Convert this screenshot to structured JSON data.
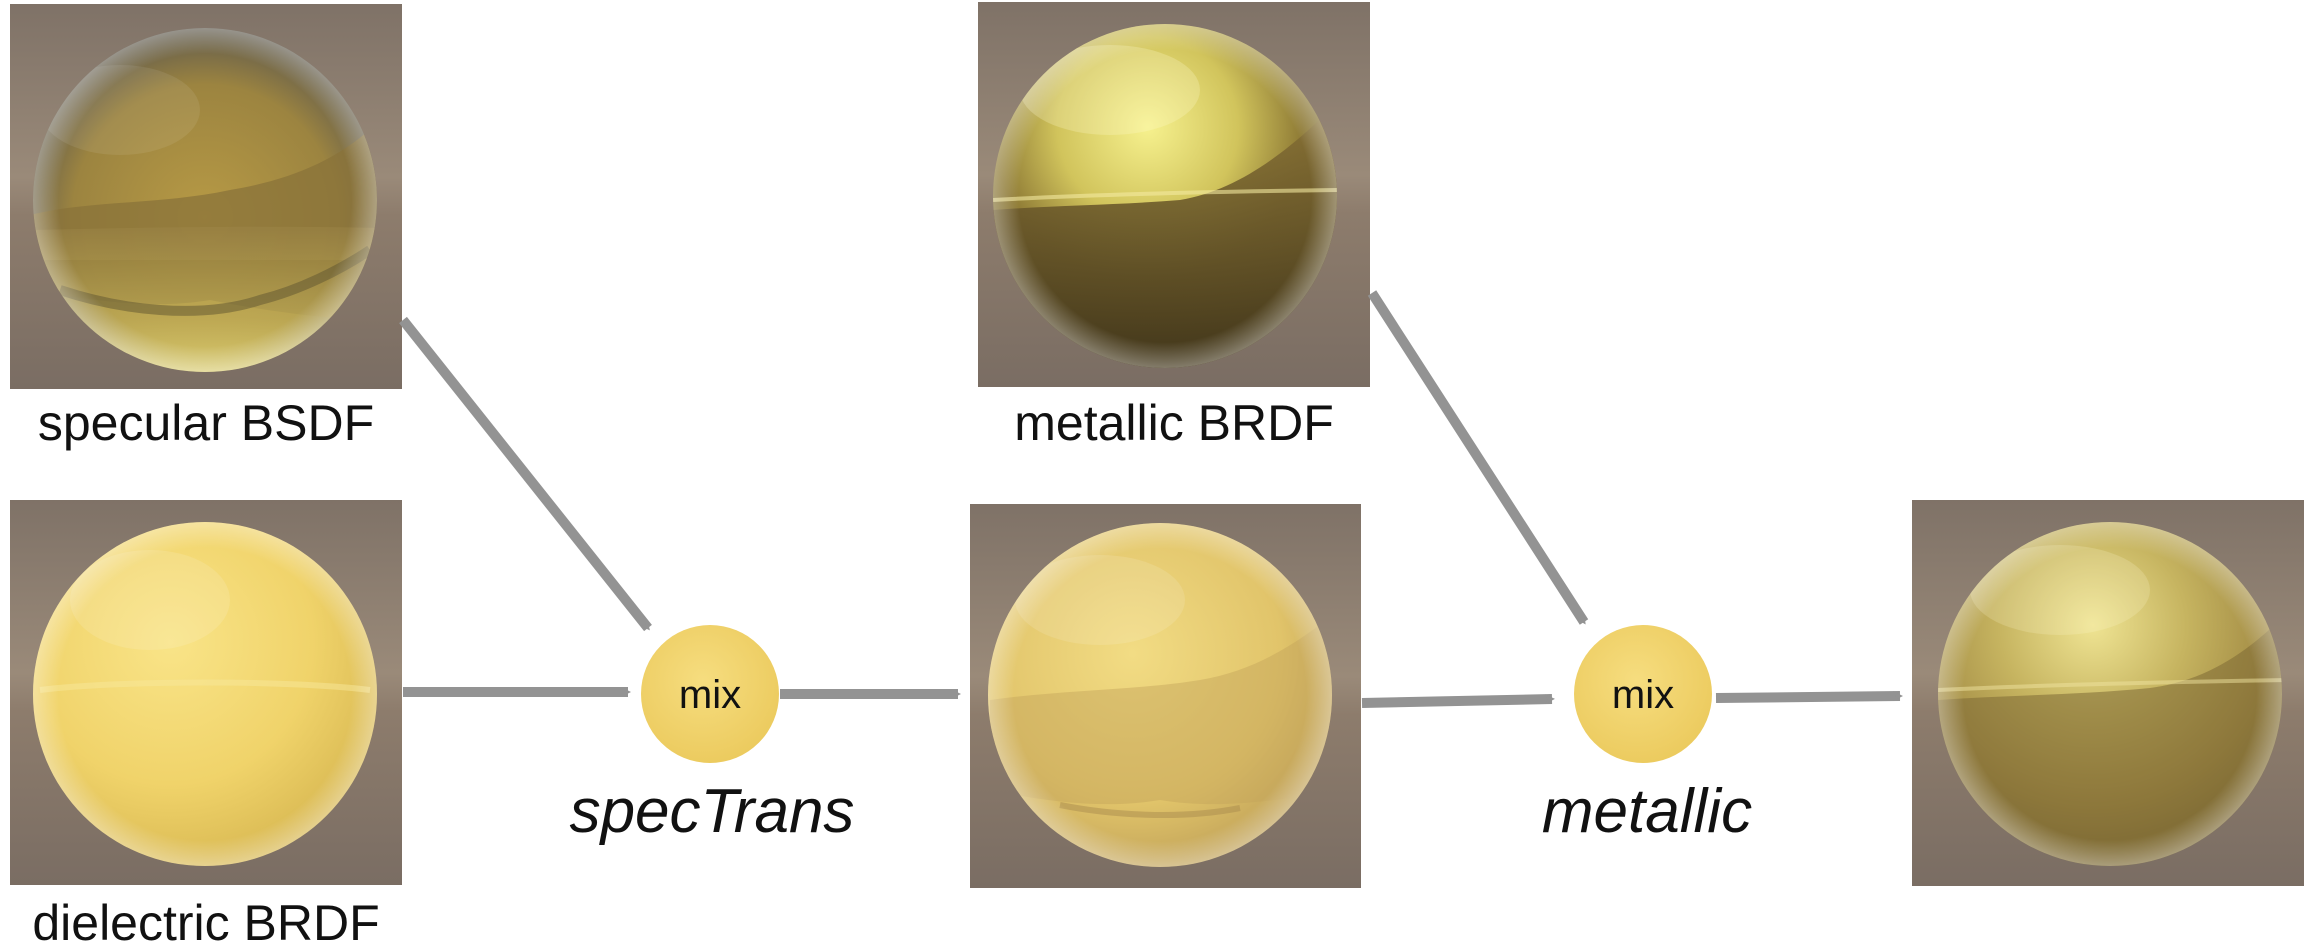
{
  "nodes": {
    "specular": {
      "label": "specular BSDF",
      "style": "glass"
    },
    "dielectric": {
      "label": "dielectric BRDF",
      "style": "dielectric"
    },
    "metallic": {
      "label": "metallic BRDF",
      "style": "metal"
    },
    "intermediate": {
      "label": "",
      "style": "mixed-glass"
    },
    "result": {
      "label": "",
      "style": "metal-dim"
    }
  },
  "mix_nodes": [
    {
      "label": "mix",
      "parameter": "specTrans"
    },
    {
      "label": "mix",
      "parameter": "metallic"
    }
  ],
  "edges": [
    {
      "from": "specular",
      "to": "mix_1"
    },
    {
      "from": "dielectric",
      "to": "mix_1"
    },
    {
      "from": "mix_1",
      "to": "intermediate"
    },
    {
      "from": "metallic",
      "to": "mix_2"
    },
    {
      "from": "intermediate",
      "to": "mix_2"
    },
    {
      "from": "mix_2",
      "to": "result"
    }
  ],
  "colors": {
    "arrow": "#939393",
    "mix_fill": "#f1d36d",
    "background_tile": "#867869",
    "text": "#111111"
  }
}
